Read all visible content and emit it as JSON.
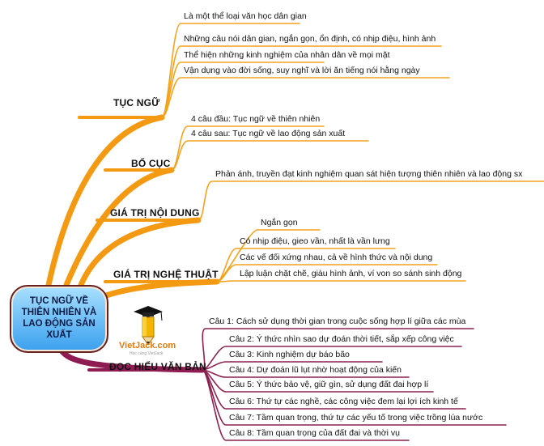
{
  "center": {
    "title": "TỤC NGỮ VỀ\nTHIÊN NHIÊN VÀ\nLAO ĐỘNG SẢN\nXUẤT"
  },
  "logo": {
    "brand": "VietJack.com",
    "tagline": "Học cùng VietJack"
  },
  "branches": [
    {
      "label": "TỤC NGỮ",
      "children": [
        "Là một thể loại văn học dân gian",
        "Những câu nói dân gian, ngắn gọn, ổn định, có nhịp điệu, hình ảnh",
        "Thể hiện những kinh nghiệm của nhân dân về mọi mặt",
        "Vận dụng vào đời sống, suy nghĩ và lời ăn tiếng nói hằng ngày"
      ]
    },
    {
      "label": "BỐ CỤC",
      "children": [
        "4 câu đầu: Tục ngữ về thiên nhiên",
        "4 câu sau: Tục ngữ về lao động sản xuất"
      ]
    },
    {
      "label": "GIÁ TRỊ NỘI DUNG",
      "children": [
        "Phản ánh, truyền đạt kinh nghiệm quan sát hiện tượng thiên nhiên và lao động sx"
      ]
    },
    {
      "label": "GIÁ TRỊ NGHỆ THUẬT",
      "children": [
        "Ngắn gọn",
        "Có nhịp điệu, gieo vần, nhất là vần lưng",
        "Các vế đối xứng nhau, cả về hình thức và nội dung",
        "Lập luận chặt chẽ, giàu hình ảnh, ví von so sánh sinh động"
      ]
    },
    {
      "label": "ĐỌC HIỂU VĂN BẢN",
      "children": [
        "Câu 1: Cách sử dụng thời gian trong cuộc sống hợp lí giữa các mùa",
        "Câu 2: Ý thức nhìn sao dự đoán thời tiết, sắp xếp công việc",
        "Câu 3: Kinh nghiệm dự báo bão",
        "Câu 4: Dự đoán lũ lụt nhờ hoạt động của kiến",
        "Câu 5: Ý thức bảo vệ, giữ gìn, sử dụng đất đai hợp lí",
        "Câu 6: Thứ tự các nghề, các công việc đem lại lợi ích kinh tế",
        "Câu 7: Tầm quan trọng, thứ tự các yếu tố trong việc trồng lúa nước",
        "Câu 8: Tầm quan trọng của đất đai và thời vụ"
      ]
    }
  ],
  "colors": {
    "orange": "#f39a12",
    "purple": "#8e1b52",
    "leaf_orange": "#f3a21c",
    "leaf_purple": "#8a2150",
    "center_border": "#6a1f1f"
  }
}
